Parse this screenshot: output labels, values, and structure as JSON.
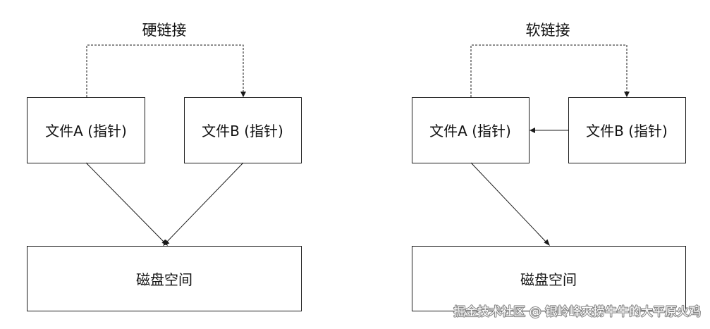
{
  "hard_link": {
    "title": "硬链接",
    "file_a": "文件A (指针)",
    "file_b": "文件B (指针)",
    "disk": "磁盘空间"
  },
  "soft_link": {
    "title": "软链接",
    "file_a": "文件A (指针)",
    "file_b": "文件B (指针)",
    "disk": "磁盘空间"
  },
  "watermark": "掘金技术社区 @ 银岭峰爽捞牛牛的大平原火鸡",
  "colors": {
    "stroke": "#1a1a1a",
    "text": "#111111",
    "background": "#ffffff"
  }
}
